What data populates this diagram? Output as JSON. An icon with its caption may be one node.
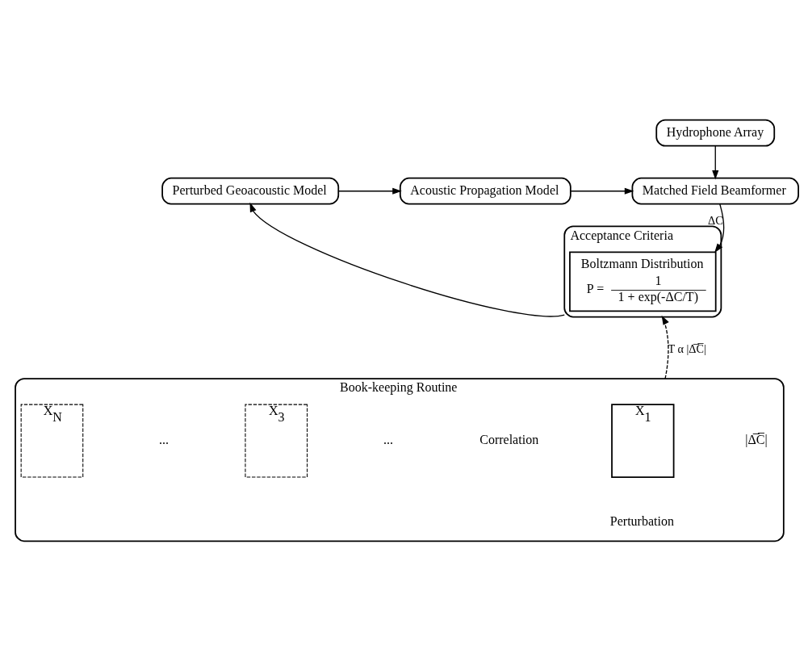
{
  "diagram": {
    "nodes": [
      {
        "text": [
          "Hydrophone Array"
        ]
      },
      {
        "text": [
          "Perturbed Geoacoustic Model"
        ]
      },
      {
        "text": [
          "Acoustic Propagation Model"
        ]
      },
      {
        "text": [
          "Matched Field Beamformer"
        ]
      },
      {
        "text": [
          "Acceptance Criteria"
        ]
      },
      {
        "text": [
          "Boltzmann Distribution",
          "P =",
          "1",
          "1 + exp(-ΔC/T)"
        ],
        "in": 4
      },
      {
        "text": [
          "Book-keeping Routine"
        ]
      },
      {
        "text": [
          "X$_{N}$"
        ],
        "in": 6
      },
      {
        "text": [
          "X$_{3}$"
        ],
        "in": 6
      },
      {
        "text": [
          "X$_{1}$"
        ],
        "in": 6
      }
    ],
    "edges": [
      {
        "from": 0,
        "to": 3,
        "arrow": "to"
      },
      {
        "from": 1,
        "to": 2,
        "arrow": "to"
      },
      {
        "from": 2,
        "to": 3,
        "arrow": "to"
      },
      {
        "from": 3,
        "to": 5,
        "arrow": "to",
        "label": "ΔC"
      },
      {
        "from": 4,
        "to": 1,
        "arrow": "to"
      },
      {
        "from": 6,
        "to": 4,
        "arrow": "to",
        "style": "dashed",
        "label": "T α |Δ̅C̅|"
      }
    ],
    "labels": [
      "...",
      "...",
      "Correlation",
      "|Δ̅C̅|",
      "Perturbation"
    ]
  }
}
